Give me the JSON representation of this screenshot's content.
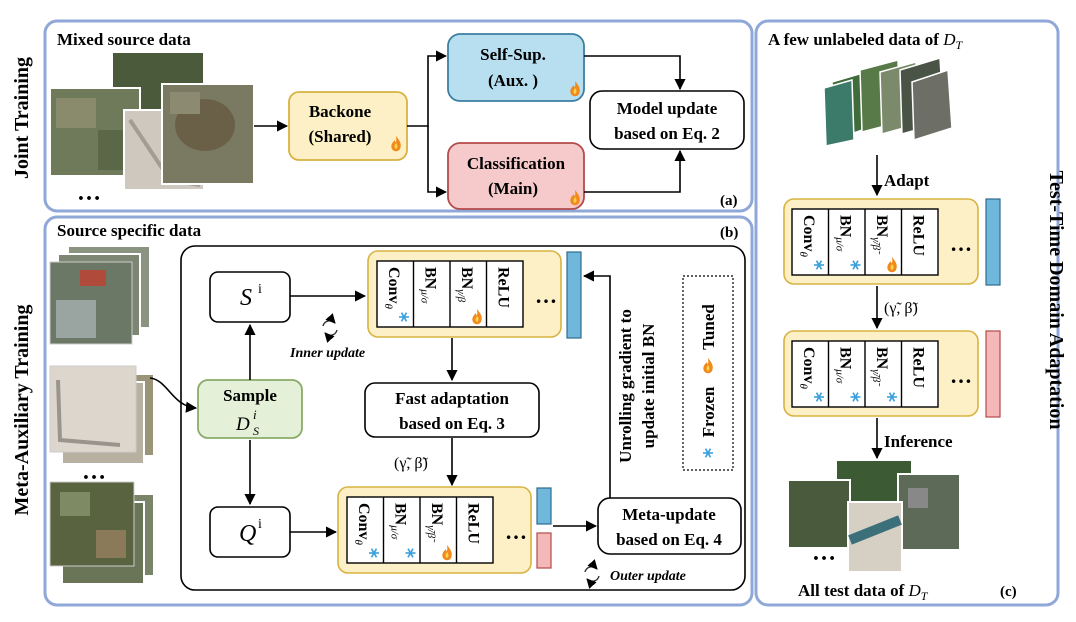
{
  "sections": {
    "joint_training_label": "Joint Training",
    "meta_aux_label": "Meta-Auxiliary Training",
    "ttda_label": "Test-Time Domain Adaptation"
  },
  "panel_a": {
    "title": "Mixed source data",
    "ellipsis": "…",
    "backbone_line1": "Backone",
    "backbone_line2": "(Shared)",
    "selfsup_line1": "Self-Sup.",
    "selfsup_line2": "(Aux. )",
    "classification_line1": "Classification",
    "classification_line2": "(Main)",
    "update_line1": "Model update",
    "update_line2": "based on Eq. 2",
    "tag": "(a)"
  },
  "panel_b": {
    "title": "Source specific data",
    "tag": "(b)",
    "ellipsis": "…",
    "s_label": "S",
    "s_sup": "i",
    "q_label": "Q",
    "q_sup": "i",
    "sample_line1": "Sample",
    "sample_D": "D",
    "sample_sup": "i",
    "sample_sub": "S",
    "inner_update": "Inner update",
    "outer_update": "Outer update",
    "fast_line1": "Fast adaptation",
    "fast_line2": "based on Eq. 3",
    "gamma_beta": "(γ̃, β̃)",
    "meta_line1": "Meta-update",
    "meta_line2": "based on Eq. 4",
    "unroll_line1": "Unrolling gradient to",
    "unroll_line2": "update initial BN",
    "legend_frozen": "Frozen",
    "legend_tuned": "Tuned"
  },
  "panel_c": {
    "title_prefix": "A few unlabeled data of ",
    "title_D": "D",
    "title_sub": "T",
    "adapt": "Adapt",
    "gamma_beta": "(γ̃, β̃)",
    "inference": "Inference",
    "ellipsis": "…",
    "bottom_prefix": "All test data of ",
    "bottom_D": "D",
    "bottom_sub": "T",
    "tag": "(c)"
  },
  "layers": {
    "conv": "Conv",
    "conv_sub": "θ",
    "bn": "BN",
    "bn_musigma": "μ/σ",
    "bn_gammabeta": "γ/β",
    "bn_tilde": "γ̃/β̃",
    "relu": "ReLU",
    "ellipsis": "…"
  },
  "colors": {
    "panel_border": "#8fa8d8",
    "backbone_fill": "#fdf0c6",
    "backbone_stroke": "#d8b341",
    "selfsup_fill": "#b7dff0",
    "selfsup_stroke": "#3c7ea0",
    "class_fill": "#f6caca",
    "class_stroke": "#b44a4a",
    "sample_fill": "#e4f0d8",
    "sample_stroke": "#8aab6a",
    "block_fill": "#fdf0c6",
    "blue_bar": "#6fb8dc",
    "red_bar": "#f4b8b8"
  }
}
